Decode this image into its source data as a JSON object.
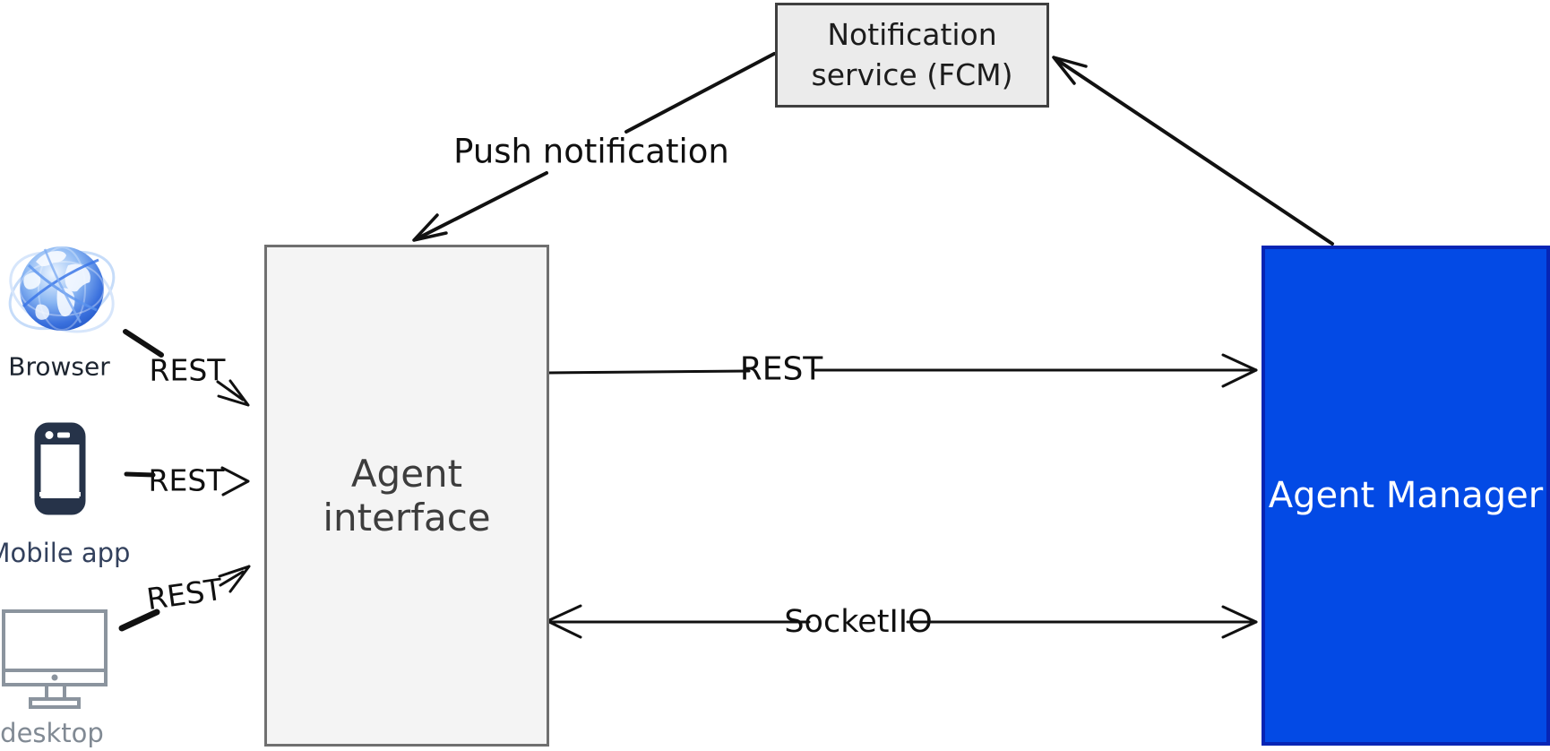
{
  "nodes": {
    "notification_service": {
      "label": "Notification service (FCM)",
      "fill": "#ebebeb"
    },
    "agent_interface": {
      "label": "Agent interface",
      "fill": "#f4f4f4"
    },
    "agent_manager": {
      "label": "Agent Manager",
      "fill": "#034AE5",
      "text_color": "#ffffff"
    }
  },
  "clients": {
    "browser": {
      "label": "Browser",
      "icon": "globe-icon"
    },
    "mobile": {
      "label": "Mobile app",
      "icon": "smartphone-icon"
    },
    "desktop": {
      "label": "desktop",
      "icon": "monitor-icon"
    }
  },
  "edges": {
    "push_notification": {
      "label": "Push notification"
    },
    "rest_main": {
      "label": "REST"
    },
    "socket": {
      "label": "SocketIIO"
    },
    "rest_browser": {
      "label": "REST"
    },
    "rest_mobile": {
      "label": "REST"
    },
    "rest_desktop": {
      "label": "REST"
    }
  },
  "colors": {
    "arrow": "#111111",
    "manager_fill": "#034AE5",
    "manager_border": "#0725B5",
    "notification_border": "#3f3f3f",
    "interface_border": "#6f6f6f"
  }
}
